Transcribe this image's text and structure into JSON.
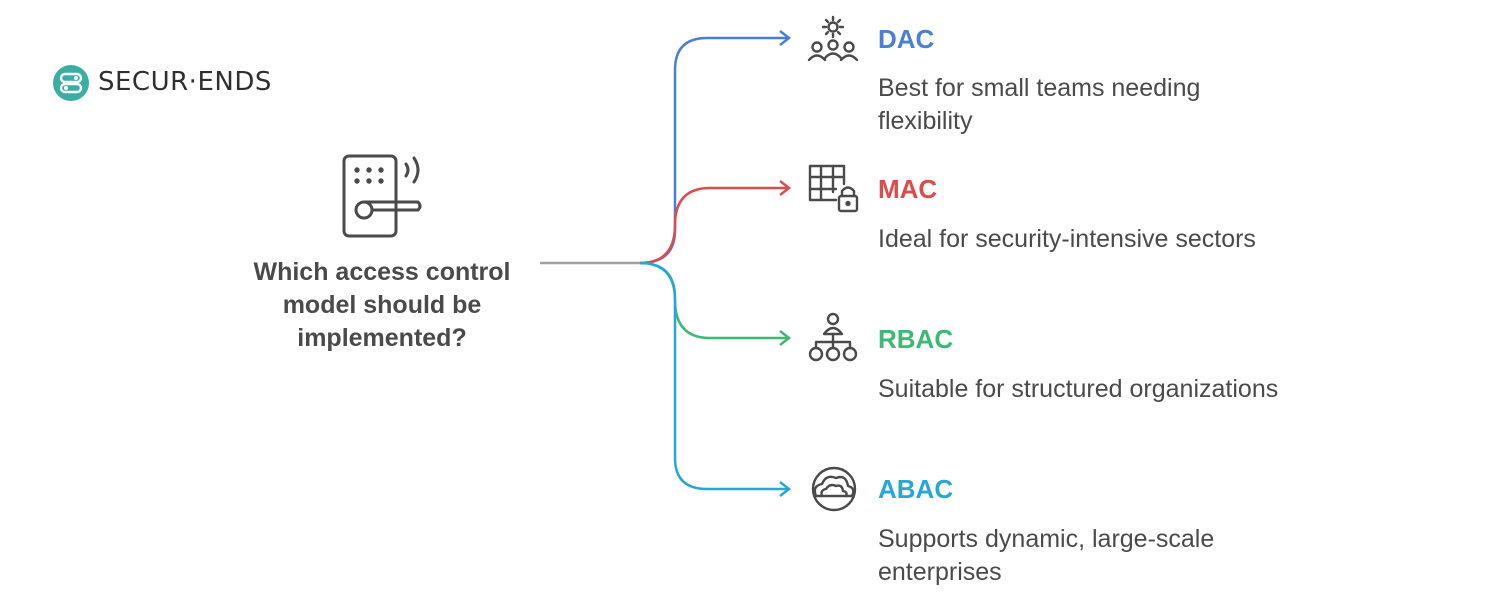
{
  "logo": {
    "text": "SECUR·ENDS",
    "brand_color": "#3aaea0"
  },
  "question": "Which access control model should be implemented?",
  "options": [
    {
      "title": "DAC",
      "description": "Best for small teams needing flexibility",
      "color": "#4a7fd6",
      "icon": "team-gear-icon"
    },
    {
      "title": "MAC",
      "description": "Ideal for security-intensive sectors",
      "color": "#dd4b4b",
      "icon": "grid-lock-icon"
    },
    {
      "title": "RBAC",
      "description": "Suitable for structured organizations",
      "color": "#3cba73",
      "icon": "hierarchy-icon"
    },
    {
      "title": "ABAC",
      "description": "Supports dynamic, large-scale enterprises",
      "color": "#27a6d8",
      "icon": "linked-cloud-icon"
    }
  ],
  "trunk_color": "#a0a0a0"
}
